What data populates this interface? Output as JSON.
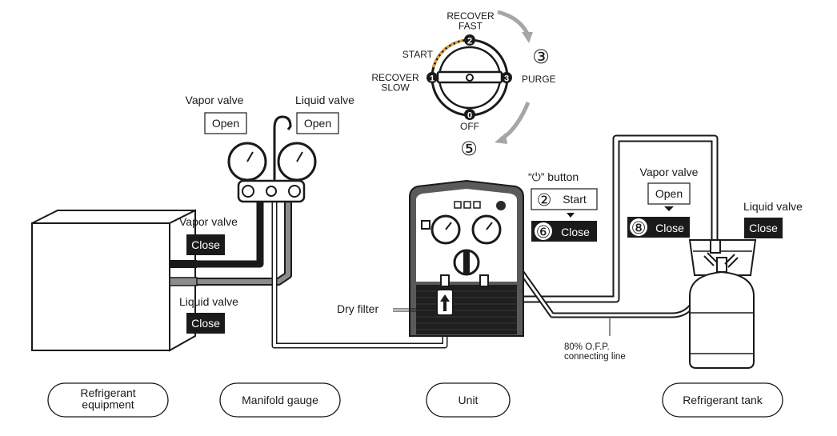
{
  "dial": {
    "recover_fast": "RECOVER\nFAST",
    "start": "START",
    "recover_slow": "RECOVER\nSLOW",
    "purge": "PURGE",
    "off": "OFF",
    "pos_0": "0",
    "pos_1": "1",
    "pos_2": "2",
    "pos_3": "3",
    "step_purge": "③",
    "step_off": "⑤"
  },
  "manifold": {
    "vapor_valve_label": "Vapor valve",
    "vapor_valve_state": "Open",
    "liquid_valve_label": "Liquid valve",
    "liquid_valve_state": "Open"
  },
  "equipment": {
    "vapor_valve_label": "Vapor valve",
    "vapor_valve_state": "Close",
    "liquid_valve_label": "Liquid valve",
    "liquid_valve_state": "Close"
  },
  "unit": {
    "button_caption": "“⏻” button",
    "step_start_num": "②",
    "step_start_label": "Start",
    "step_close_num": "⑥",
    "step_close_label": "Close",
    "dry_filter": "Dry filter"
  },
  "tank": {
    "vapor_valve_label": "Vapor valve",
    "vapor_valve_open": "Open",
    "step_close_num": "⑧",
    "vapor_valve_close": "Close",
    "liquid_valve_label": "Liquid valve",
    "liquid_valve_state": "Close"
  },
  "ofp_line": "80% O.F.P.\nconnecting line",
  "components": [
    "Refrigerant\nequipment",
    "Manifold gauge",
    "Unit",
    "Refrigerant tank"
  ],
  "colors": {
    "ink": "#1a1a1a",
    "arrow": "#a6a6a6",
    "unit_body": "#5a5a5a",
    "accent_start": "#e0a030"
  }
}
